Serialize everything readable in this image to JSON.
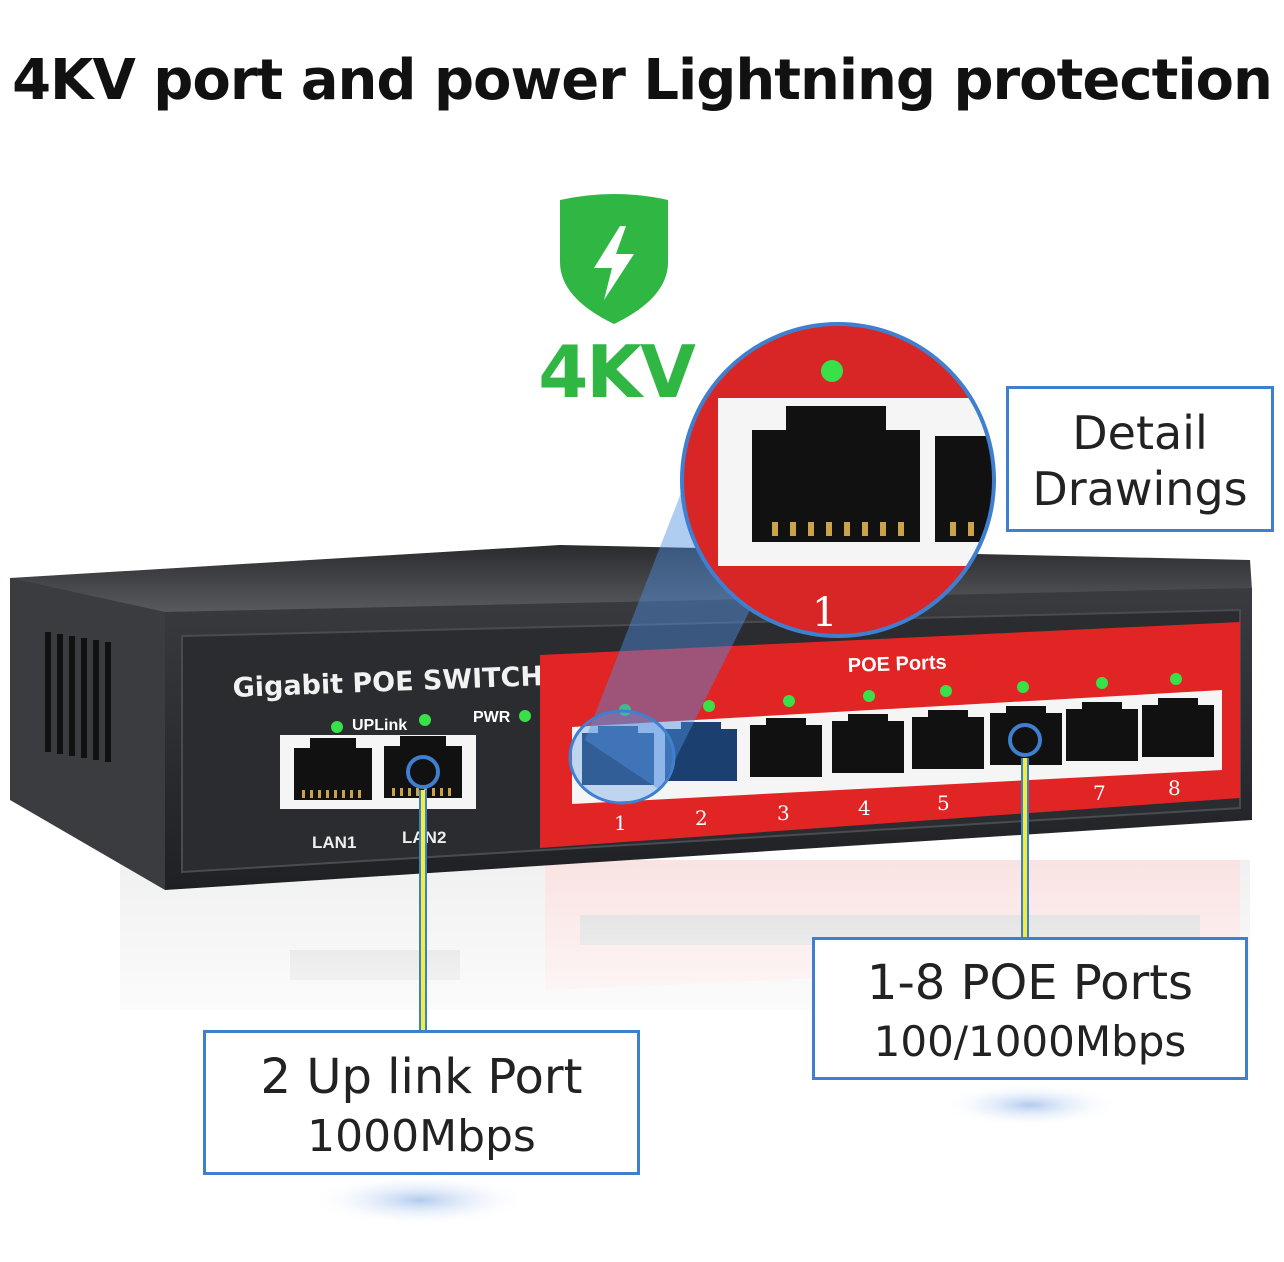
{
  "headline": "4KV port and power Lightning protection",
  "badge": {
    "text": "4KV",
    "icon": "shield-lightning-icon",
    "color": "#2fb643"
  },
  "switch": {
    "brand_label": "Gigabit POE SWITCH",
    "uplink_label": "UPLink",
    "pwr_label": "PWR",
    "poe_panel_label": "POE Ports",
    "lan_labels": [
      "LAN1",
      "LAN2"
    ],
    "port_numbers": [
      "1",
      "2",
      "3",
      "4",
      "5",
      "7",
      "8"
    ],
    "panel_color": "#e12424",
    "led_color": "#38e04a"
  },
  "zoom": {
    "port_number": "1"
  },
  "callouts": {
    "detail": {
      "line1": "Detail",
      "line2": "Drawings"
    },
    "uplink": {
      "line1": "2 Up  link Port",
      "line2": "1000Mbps"
    },
    "poe": {
      "line1": "1-8 POE Ports",
      "line2": "100/1000Mbps"
    },
    "border_color": "#3f7fcf",
    "connector_color": "#f2ef3a"
  }
}
